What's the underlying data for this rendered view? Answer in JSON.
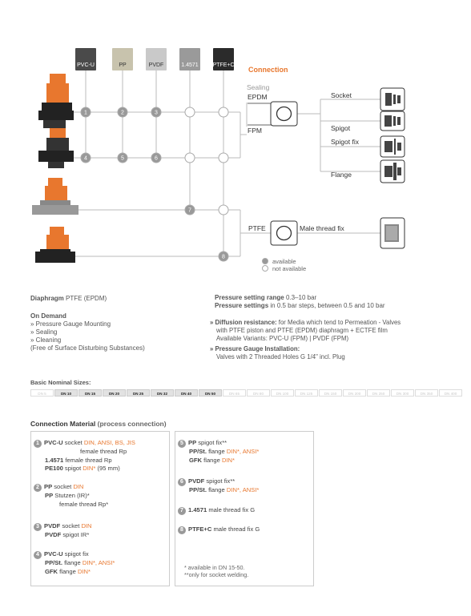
{
  "materials": [
    {
      "label": "PVC-U",
      "color": "#4a4a4a"
    },
    {
      "label": "PP",
      "color": "#c8c3ad"
    },
    {
      "label": "PVDF",
      "color": "#c9c9c9"
    },
    {
      "label": "1.4571",
      "color": "#9a9a9a"
    },
    {
      "label": "PTFE+C",
      "color": "#2b2b2b"
    }
  ],
  "connection": {
    "title": "Connection",
    "sealing": "Sealing",
    "epdm": "EPDM",
    "fpm": "FPM",
    "socket": "Socket",
    "spigot": "Spigot",
    "spigot_fix": "Spigot fix",
    "flange": "Flange",
    "ptfe": "PTFE",
    "male_thread_fix": "Male thread fix",
    "nodes": [
      "1",
      "2",
      "3",
      "4",
      "5",
      "6",
      "7",
      "8"
    ]
  },
  "legend": {
    "available": "available",
    "not_available": "not available"
  },
  "left_info": {
    "diaphragm_label": "Diaphragm",
    "diaphragm_value": "PTFE (EPDM)",
    "on_demand": "On Demand",
    "items": [
      "» Pressure Gauge Mounting",
      "» Sealing",
      "» Cleaning",
      "(Free of Surface Disturbing Substances)"
    ]
  },
  "right_info": {
    "range_label": "Pressure setting range",
    "range_value": "0.3–10 bar",
    "settings_label": "Pressure settings",
    "settings_value": "in 0.5 bar steps, between 0.5 and 10 bar",
    "diff_label": "» Diffusion resistance:",
    "diff_value": "for Media which tend to Permeation - Valves",
    "diff_line2": "with PTFE piston and PTFE (EPDM) diaphragm + ECTFE film",
    "diff_line3": "Available Variants: PVC-U (FPM) | PVDF (FPM)",
    "gauge_label": "» Pressure Gauge Installation:",
    "gauge_line": "Valves with 2 Threaded Holes G 1/4\" incl. Plug"
  },
  "nominal": {
    "title": "Basic Nominal Sizes:",
    "sizes": [
      {
        "l": "DN 5",
        "on": false
      },
      {
        "l": "DN 10",
        "on": true
      },
      {
        "l": "DN 15",
        "on": true
      },
      {
        "l": "DN 20",
        "on": true
      },
      {
        "l": "DN 25",
        "on": true
      },
      {
        "l": "DN 32",
        "on": true
      },
      {
        "l": "DN 40",
        "on": true
      },
      {
        "l": "DN 50",
        "on": true
      },
      {
        "l": "DN 65",
        "on": false
      },
      {
        "l": "DN 80",
        "on": false
      },
      {
        "l": "DN 100",
        "on": false
      },
      {
        "l": "DN 125",
        "on": false
      },
      {
        "l": "DN 150",
        "on": false
      },
      {
        "l": "DN 200",
        "on": false
      },
      {
        "l": "DN 250",
        "on": false
      },
      {
        "l": "DN 300",
        "on": false
      },
      {
        "l": "DN 350",
        "on": false
      },
      {
        "l": "DN 400",
        "on": false
      }
    ]
  },
  "conn_material": {
    "title": "Connection Material",
    "subtitle": "(process connection)",
    "footnote1": "* available in DN 15-50.",
    "footnote2": "**only for socket welding."
  }
}
